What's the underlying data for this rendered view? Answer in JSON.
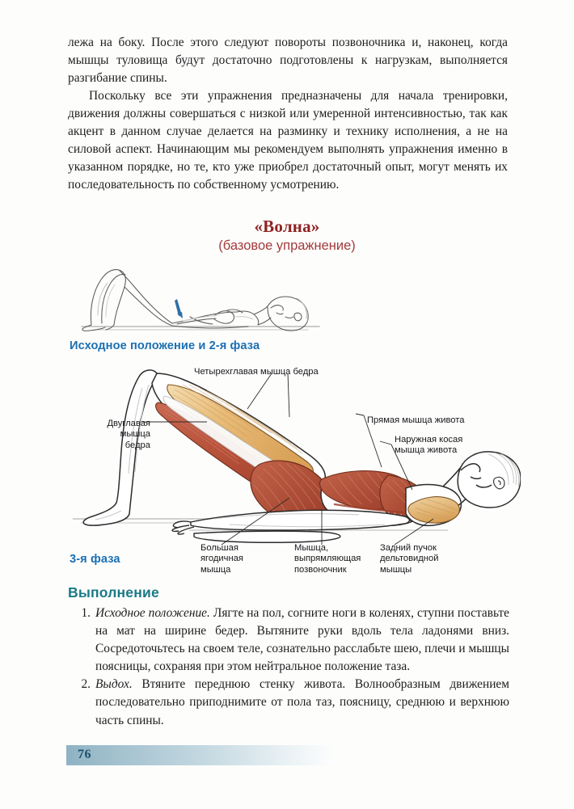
{
  "page": {
    "number": "76",
    "background_color": "#fdfdfc"
  },
  "body": {
    "paragraph_1": "лежа на боку. После этого следуют повороты позвоночника и, наконец, когда мышцы туловища будут достаточно подготовлены к нагрузкам, выполняется разгибание спины.",
    "paragraph_2": "Поскольку все эти упражнения предназначены для начала тренировки, движения должны совершаться с низкой или умеренной интенсивностью, так как акцент в данном случае делается на разминку и технику исполнения, а не на силовой аспект. Начинающим мы рекомендуем выполнять упражнения именно в указанном порядке, но те, кто уже приобрел достаточный опыт, могут менять их последовательность по собственному усмотрению."
  },
  "exercise": {
    "title": "«Волна»",
    "subtitle": "(базовое упражнение)",
    "title_color": "#8e2323",
    "subtitle_color": "#a33b3b"
  },
  "figures": {
    "figure_1": {
      "name": "supine-start-position-illustration",
      "caption": "Исходное положение и 2-я фаза",
      "caption_color": "#1b6fb3"
    },
    "figure_2": {
      "name": "bridge-anatomy-illustration",
      "caption": "3-я фаза",
      "caption_color": "#1b6fb3",
      "labels": [
        {
          "key": "quadriceps",
          "text": "Четырехглавая мышца бедра"
        },
        {
          "key": "hamstring",
          "text": "Двуглавая\nмышца\nбедра"
        },
        {
          "key": "rectus_abdominis",
          "text": "Прямая мышца живота"
        },
        {
          "key": "external_oblique",
          "text": "Наружная косая\nмышца живота"
        },
        {
          "key": "gluteus_maximus",
          "text": "Большая\nягодичная\nмышца"
        },
        {
          "key": "erector_spinae",
          "text": "Мышца,\nвыпрямляющая\nпозвоночник"
        },
        {
          "key": "posterior_deltoid",
          "text": "Задний пучок\nдельтовидной\nмышцы"
        }
      ]
    }
  },
  "performance": {
    "heading": "Выполнение",
    "heading_color": "#1a7a86",
    "steps": [
      {
        "number": "1.",
        "lead": "Исходное положение.",
        "text": " Лягте на пол, согните ноги в коленях, ступни поставьте на мат на ширине бедер. Вытяните руки вдоль тела ладонями вниз. Сосредоточьтесь на своем теле, сознательно расслабьте шею, плечи и мышцы поясницы, сохраняя при этом нейтральное положение таза."
      },
      {
        "number": "2.",
        "lead": "Выдох.",
        "text": " Втяните переднюю стенку живота. Волнообразным движением последовательно приподнимите от пола таз, поясницу, среднюю и верхнюю часть спины."
      }
    ]
  }
}
